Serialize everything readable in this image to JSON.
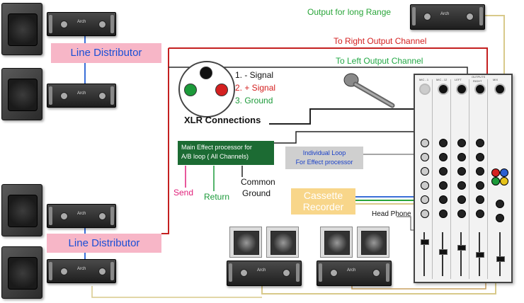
{
  "labels": {
    "output_long_range": "Output for long Range",
    "to_right_output": "To Right Output Channel",
    "to_left_output": "To Left Output Channel",
    "line_distributor_top": "Line Distributor",
    "line_distributor_bottom": "Line Distributor",
    "xlr_title": "XLR Connections",
    "xlr_pin1": "1. - Signal",
    "xlr_pin2": "2. + Signal",
    "xlr_pin3": "3.  Ground",
    "effect_processor_line1": "Main Effect processor for",
    "effect_processor_line2": "A/B loop ( All Channels)",
    "send": "Send",
    "return": "Return",
    "common_ground_line1": "Common",
    "common_ground_line2": "Ground",
    "individual_loop_line1": "Individual Loop",
    "individual_loop_line2": "For Effect processor",
    "cassette_line1": "Cassette",
    "cassette_line2": "Recorder",
    "head_phone": "Head Phone",
    "amp_brand": "Arch",
    "mixer_labels": {
      "mic1": "MIC - 1",
      "mic12": "MIC - 12",
      "left": "LEFT",
      "right": "RIGHT",
      "outputs": "OUTPUTS",
      "mix": "MIX"
    }
  },
  "colors": {
    "long_range": "#2aa53a",
    "right_output": "#d42020",
    "left_output": "#22a845",
    "distributor_text": "#1a4fd6",
    "distributor_bg": "#f7b6c7",
    "send": "#e0207a",
    "return": "#1c9a3a",
    "pin_red": "#d42020",
    "pin_green": "#1c9a3a",
    "pin_black": "#111111",
    "effect_box": "#1c6b33",
    "cassette_box": "#f8d68a",
    "loop_box": "#cfcfcf",
    "loop_text": "#1a40c8"
  }
}
